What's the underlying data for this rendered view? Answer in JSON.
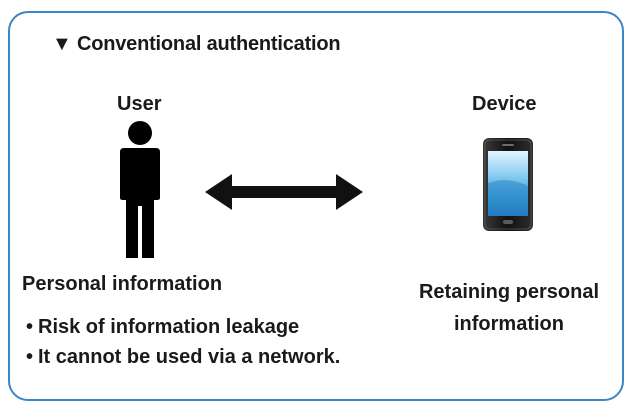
{
  "heading": "▼ Conventional authentication",
  "user": {
    "label": "User",
    "icon": "person-icon",
    "caption": "Personal information",
    "bullets": [
      "Risk of information leakage",
      "It cannot be used via a network."
    ],
    "bullet_mark": "•"
  },
  "device": {
    "label": "Device",
    "icon": "smartphone-icon",
    "caption": "Retaining personal information"
  },
  "connector": "double-arrow-icon",
  "colors": {
    "frame": "#3d86c6",
    "text": "#1a1a1a",
    "screen_top": "#dff3ff",
    "screen_bottom": "#1f7fc4"
  }
}
